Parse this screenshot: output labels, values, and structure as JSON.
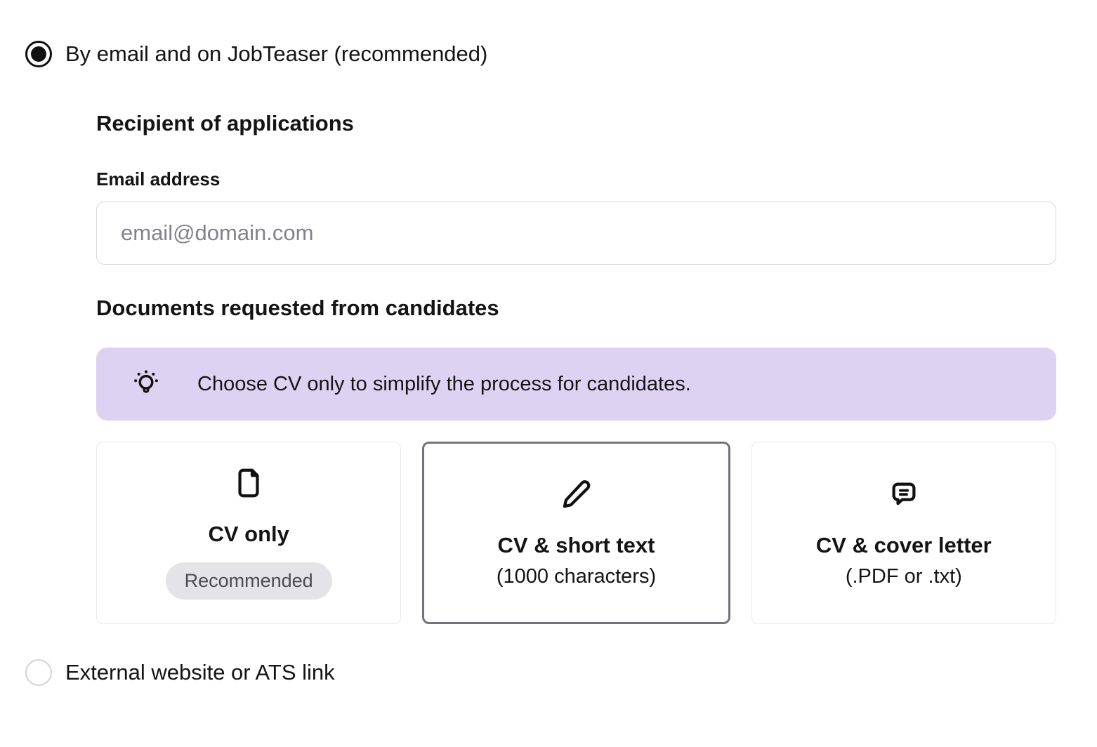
{
  "delivery_options": {
    "email_radio": {
      "label": "By email and on JobTeaser (recommended)",
      "selected": true
    },
    "external_radio": {
      "label": "External website or ATS link",
      "selected": false
    }
  },
  "recipient": {
    "heading": "Recipient of applications",
    "email_label": "Email address",
    "email_value": "",
    "email_placeholder": "email@domain.com"
  },
  "documents": {
    "heading": "Documents requested from candidates",
    "tip": {
      "icon": "lightbulb-icon",
      "text": "Choose CV only to simplify the process for candidates."
    },
    "options": [
      {
        "title": "CV only",
        "badge": "Recommended",
        "icon": "file-icon",
        "selected": false
      },
      {
        "title": "CV & short text",
        "subtitle": "(1000 characters)",
        "icon": "pencil-icon",
        "selected": true
      },
      {
        "title": "CV & cover letter",
        "subtitle": "(.PDF or .txt)",
        "icon": "chat-bubble-icon",
        "selected": false
      }
    ]
  },
  "colors": {
    "text": "#141414",
    "placeholder": "#83818c",
    "input_border": "#d9d8dd",
    "tip_background": "#ded2f2",
    "card_border": "#e9e8ec",
    "card_border_selected": "#75727f",
    "badge_background": "#e4e3e7",
    "badge_text": "#4c4a55"
  }
}
